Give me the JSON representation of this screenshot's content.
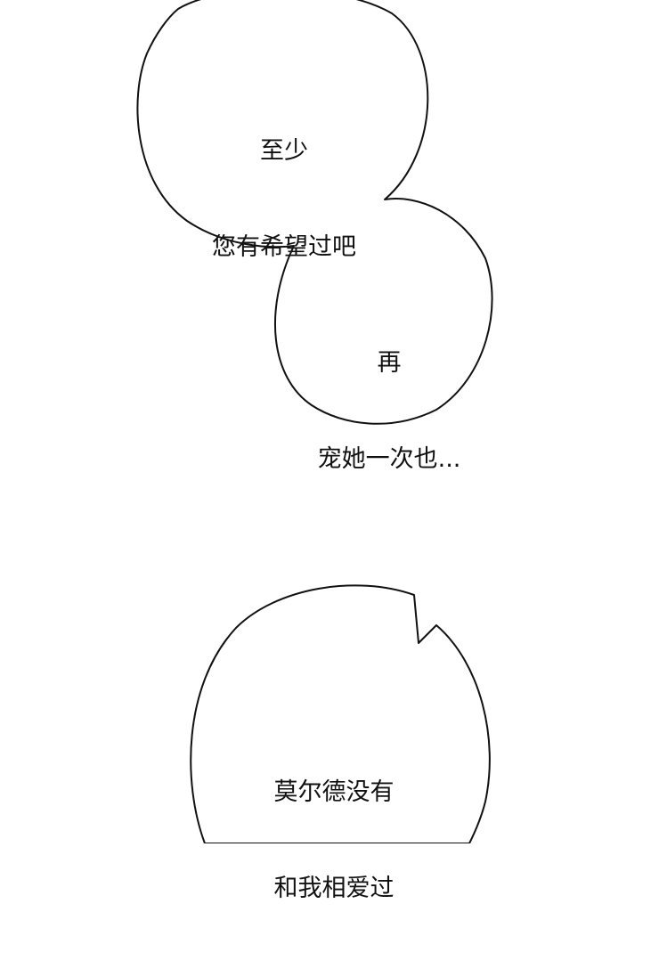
{
  "speech_bubbles": [
    {
      "lines": [
        "至少",
        "您有希望过吧"
      ]
    },
    {
      "lines": [
        "再",
        "宠她一次也..."
      ]
    },
    {
      "lines": [
        "莫尔德没有",
        "和我相爱过"
      ]
    }
  ],
  "colors": {
    "background": "#ffffff",
    "bubble_fill": "#ffffff",
    "bubble_outline": "#111111",
    "text": "#111111"
  }
}
